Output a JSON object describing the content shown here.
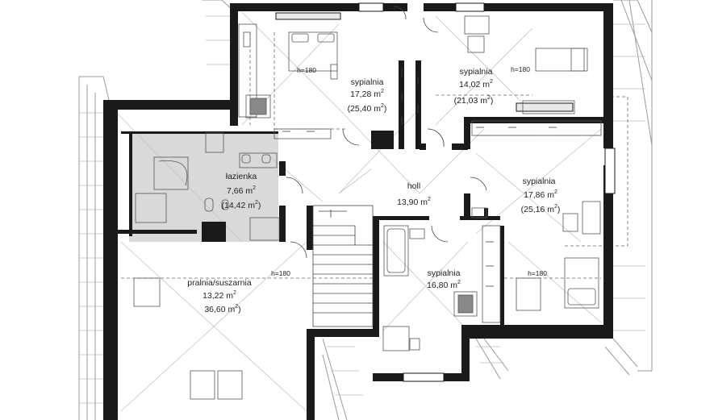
{
  "colors": {
    "wall": "#1a1a1a",
    "roof_line": "#9a9a9a",
    "bathroom_fill": "#d9d9d9",
    "diag_line": "#bdbdbd",
    "dash_line": "#666666",
    "furniture": "#555555"
  },
  "rooms": [
    {
      "id": "bedroom-1",
      "name": "sypialnia",
      "area": "17,28",
      "unit": "m",
      "usable": "(25,40",
      "usable_unit": "m",
      "usable_close": ")",
      "ceiling": "h=180"
    },
    {
      "id": "bedroom-2",
      "name": "sypialnia",
      "area": "14,02",
      "unit": "m",
      "usable": "(21,03",
      "usable_unit": "m",
      "usable_close": ")",
      "ceiling": "h=180"
    },
    {
      "id": "bedroom-3",
      "name": "sypialnia",
      "area": "17,86",
      "unit": "m",
      "usable": "(25,16",
      "usable_unit": "m",
      "usable_close": ")",
      "ceiling": "h=180"
    },
    {
      "id": "bedroom-4",
      "name": "sypialnia",
      "area": "16,80",
      "unit": "m",
      "usable": "",
      "usable_unit": "",
      "usable_close": "",
      "ceiling": ""
    },
    {
      "id": "bathroom",
      "name": "łazienka",
      "area": "7,66",
      "unit": "m",
      "usable": "(14,42",
      "usable_unit": "m",
      "usable_close": ")",
      "ceiling": ""
    },
    {
      "id": "hall",
      "name": "holl",
      "area": "13,90",
      "unit": "m",
      "usable": "",
      "usable_unit": "",
      "usable_close": "",
      "ceiling": ""
    },
    {
      "id": "laundry",
      "name": "pralnia/suszarnia",
      "area": "13,22",
      "unit": "m",
      "usable": "36,60",
      "usable_unit": "m",
      "usable_close": ")",
      "ceiling": "h=180"
    }
  ],
  "sup": "2"
}
